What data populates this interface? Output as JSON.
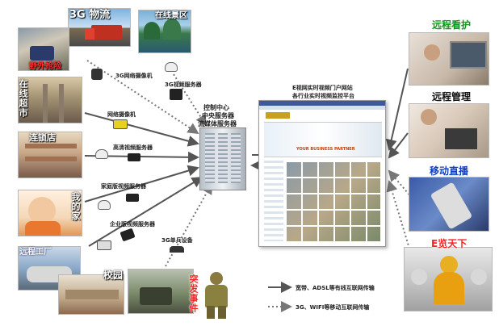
{
  "scenes": {
    "logistics": "3G 物流",
    "scenic": "在线景区",
    "rescue": "野外抢险",
    "shopping_mall": "在线超市",
    "store_chain": "连锁店",
    "kid_home": "我的家",
    "factory": "远程工厂",
    "campus": "校园",
    "emergency": "突发事件",
    "remote_care": "远程看护",
    "remote_manage": "远程管理",
    "mobile_live": "移动直播",
    "e_world": "E览天下"
  },
  "devices": {
    "cam_3g": "3G网络摄像机",
    "server_3g": "3G视频服务器",
    "net_cam": "网络摄像机",
    "hd_server": "高清视频服务器",
    "home_server": "家庭版视频服务器",
    "biz_server": "企业版视频服务器",
    "single_3g": "3G单兵设备"
  },
  "center": {
    "line1": "控制中心",
    "line2": "中央服务器",
    "line3": "流媒体服务器"
  },
  "portal": {
    "line1": "E视网实时视频门户网站",
    "line2": "各行业实时视频监控平台",
    "banner": "YOUR BUSINESS PARTNER"
  },
  "legend": {
    "wired": "宽带、ADSL等有线互联网传输",
    "wireless": "3G、WIFI等移动互联网传输"
  },
  "colors": {
    "wired_arrow": "#555555",
    "wireless_arrow": "#777777",
    "accent_red": "#ff2020",
    "accent_green": "#0a9a1a"
  }
}
